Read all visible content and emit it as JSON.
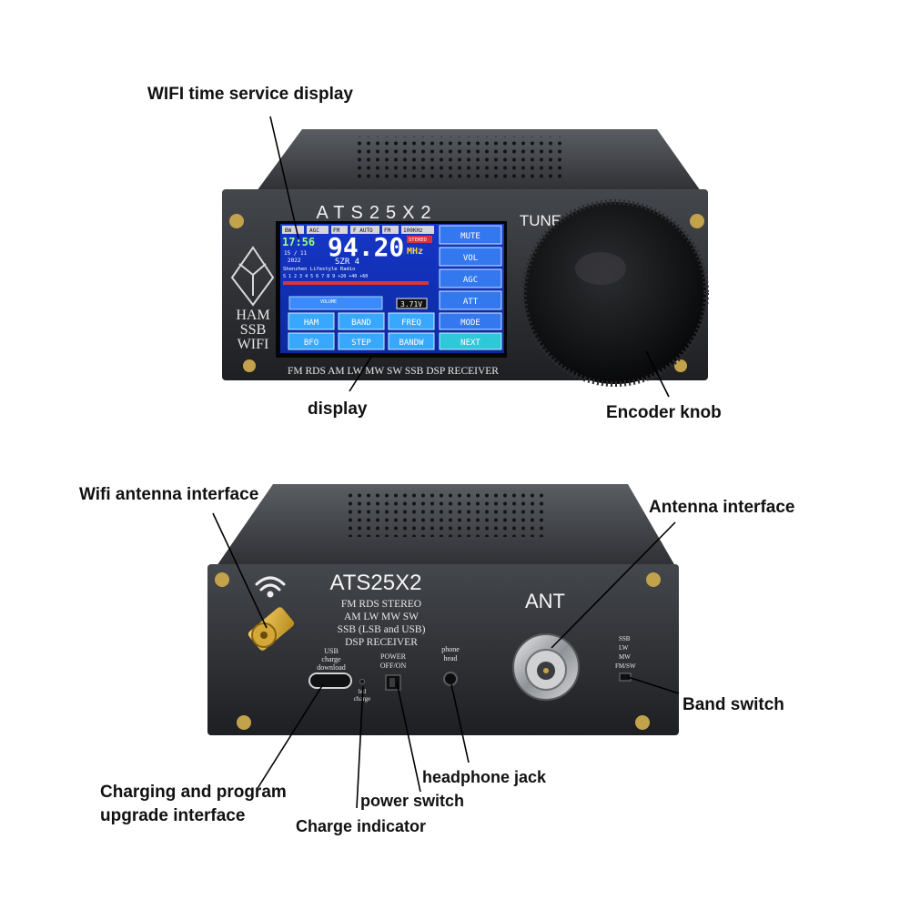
{
  "callouts": {
    "wifi_time": "WIFI time service display",
    "display": "display",
    "encoder": "Encoder knob",
    "wifi_antenna": "Wifi antenna interface",
    "antenna": "Antenna interface",
    "band_switch": "Band switch",
    "charging": "Charging and program upgrade interface",
    "power_switch": "power switch",
    "headphone": "headphone jack",
    "charge_indicator": "Charge indicator"
  },
  "front": {
    "model": "ATS25X2",
    "tune": "TUNE",
    "badge": [
      "HAM",
      "SSB",
      "WIFI"
    ],
    "bottom_text": "FM RDS AM LW MW SW SSB DSP RECEIVER",
    "screen": {
      "status": [
        "BW",
        "AGC",
        "FM",
        "F AUTO",
        "FM",
        "100KHz"
      ],
      "time": "17:56",
      "date": "15 / 11",
      "year": "2022",
      "freq": "94.20",
      "unit": "MHz",
      "stereo": "STEREO",
      "rds": "SZR 4",
      "station": "Shenzhen Lifestyle Radio",
      "scale": "S 1 2 3 4 5 6 7 8 9  +20  +40  +60",
      "volume": "VOLUME",
      "battery": "3.71V",
      "buttons": [
        "HAM",
        "BAND",
        "FREQ",
        "BFO",
        "STEP",
        "BANDW"
      ],
      "side_buttons": [
        "MUTE",
        "VOL",
        "AGC",
        "ATT",
        "MODE",
        "NEXT"
      ]
    }
  },
  "back": {
    "model": "ATS25X2",
    "features": [
      "FM RDS STEREO",
      "AM LW MW SW",
      "SSB (LSB and USB)",
      "DSP RECEIVER"
    ],
    "ant": "ANT",
    "usb_label": [
      "USB",
      "charge",
      "download"
    ],
    "led_label": [
      "led",
      "charge"
    ],
    "power_label": [
      "POWER",
      "OFF/ON"
    ],
    "phone_label": [
      "phone",
      "head"
    ],
    "band_labels": [
      "SSB",
      "LW",
      "MW",
      "FM/SW"
    ]
  }
}
